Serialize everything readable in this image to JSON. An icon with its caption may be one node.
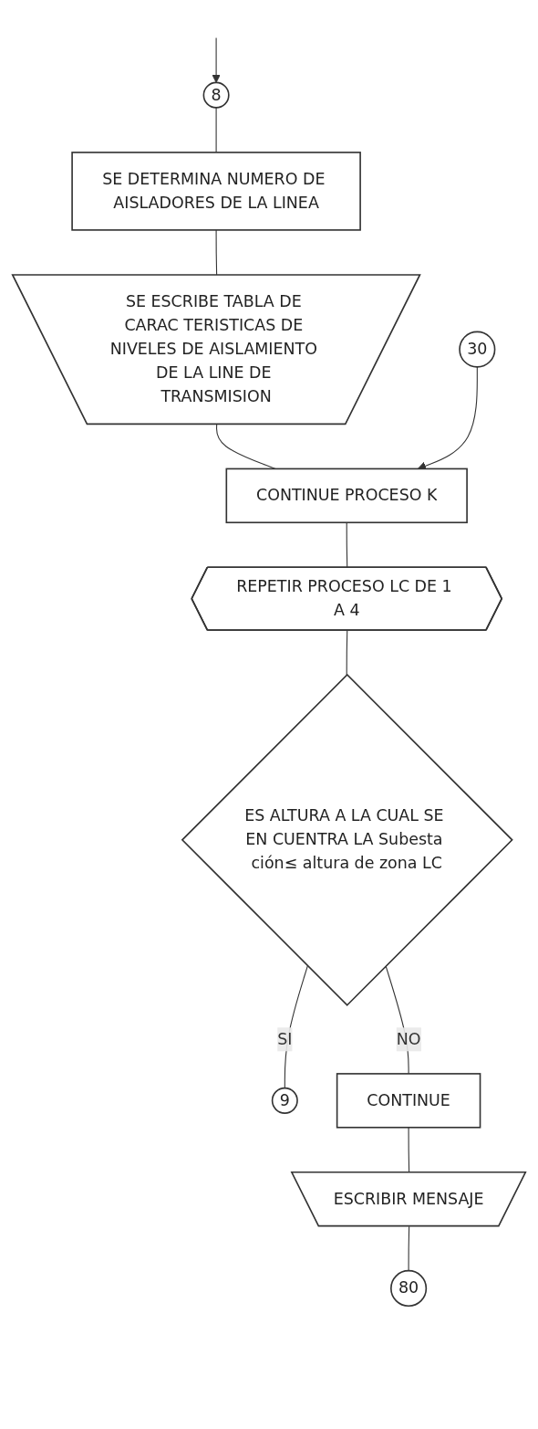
{
  "diagram": {
    "nodes": [
      {
        "text": [
          "8"
        ]
      },
      {
        "text": [
          "SE DETERMINA NUMERO DE AISLADORES DE LA LINEA"
        ]
      },
      {
        "text": [
          "SE ESCRIBE TABLA DE CARAC TERISTICAS DE NIVELES DE AISLAMIENTO DE LA LINE DE TRANSMISION"
        ]
      },
      {
        "text": [
          "30"
        ]
      },
      {
        "text": [
          "CONTINUE PROCESO K"
        ]
      },
      {
        "text": [
          "REPETIR PROCESO LC DE 1 A 4"
        ]
      },
      {
        "text": [
          "ES ALTURA A LA CUAL SE EN CUENTRA LA Subesta ción≤ altura de zona LC"
        ]
      },
      {
        "text": [
          "9"
        ]
      },
      {
        "text": [
          "CONTINUE"
        ]
      },
      {
        "text": [
          "ESCRIBIR MENSAJE"
        ]
      },
      {
        "text": [
          "80"
        ]
      }
    ],
    "edges": [
      {
        "from": null,
        "to": 0,
        "arrow": "to"
      },
      {
        "from": 0,
        "to": 1,
        "arrow": "none"
      },
      {
        "from": 1,
        "to": 2,
        "arrow": "none"
      },
      {
        "from": 2,
        "to": 4,
        "arrow": "none"
      },
      {
        "from": 3,
        "to": 4,
        "arrow": "to"
      },
      {
        "from": 4,
        "to": 5,
        "arrow": "none"
      },
      {
        "from": 5,
        "to": 6,
        "arrow": "none"
      },
      {
        "from": 6,
        "to": 7,
        "label": "SI",
        "arrow": "none"
      },
      {
        "from": 6,
        "to": 8,
        "label": "NO",
        "arrow": "none"
      },
      {
        "from": 8,
        "to": 9,
        "arrow": "none"
      },
      {
        "from": 9,
        "to": 10,
        "arrow": "none"
      }
    ]
  }
}
